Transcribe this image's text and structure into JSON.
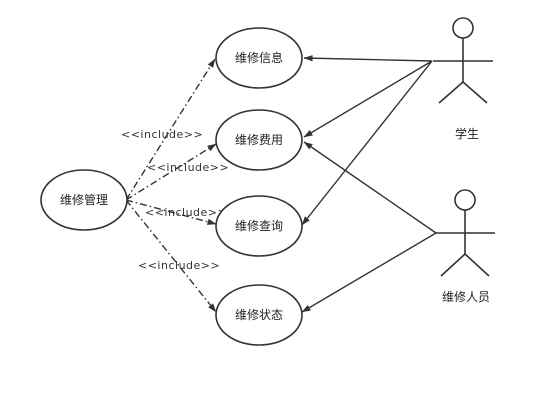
{
  "use_cases": {
    "manage": "维修管理",
    "info": "维修信息",
    "cost": "维修费用",
    "query": "维修查询",
    "status": "维修状态"
  },
  "actors": {
    "student": "学生",
    "repairer": "维修人员"
  },
  "include_label": "<<include>>"
}
